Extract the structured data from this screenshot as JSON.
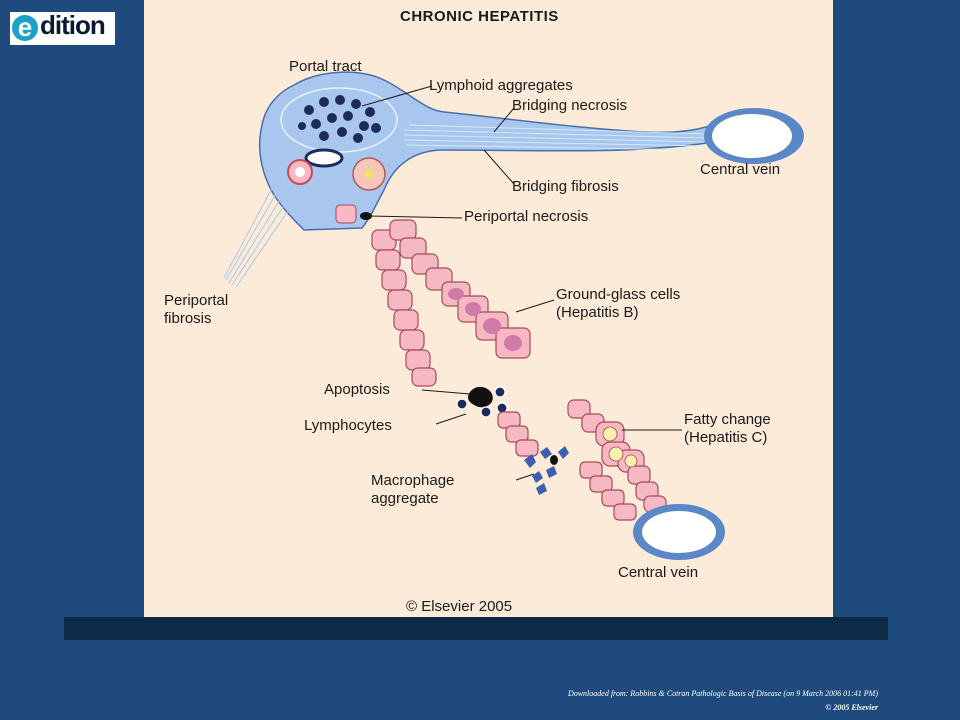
{
  "logo": {
    "text": "dition",
    "initial": "e"
  },
  "figure": {
    "title": "CHRONIC HEPATITIS",
    "copyright": "© Elsevier 2005",
    "labels": {
      "portal_tract": "Portal tract",
      "lymphoid_aggregates": "Lymphoid aggregates",
      "bridging_necrosis": "Bridging necrosis",
      "central_vein_top": "Central vein",
      "bridging_fibrosis": "Bridging fibrosis",
      "periportal_necrosis": "Periportal necrosis",
      "periportal_fibrosis_1": "Periportal",
      "periportal_fibrosis_2": "fibrosis",
      "ground_glass_1": "Ground-glass cells",
      "ground_glass_2": "(Hepatitis B)",
      "apoptosis": "Apoptosis",
      "lymphocytes": "Lymphocytes",
      "fatty_change_1": "Fatty change",
      "fatty_change_2": "(Hepatitis C)",
      "macrophage_1": "Macrophage",
      "macrophage_2": "aggregate",
      "central_vein_bottom": "Central vein"
    }
  },
  "footer": {
    "source": "Downloaded from: Robbins & Cotran Pathologic Basis of Disease (on 9 March 2006 01:41 PM)",
    "copyright": "© 2005 Elsevier"
  },
  "colors": {
    "background": "#1f4a7d",
    "figure_bg": "#fcebd9",
    "portal": "#a9c7ee",
    "hepatocyte": "#f6b8c2",
    "vein": "#5b87c9"
  }
}
